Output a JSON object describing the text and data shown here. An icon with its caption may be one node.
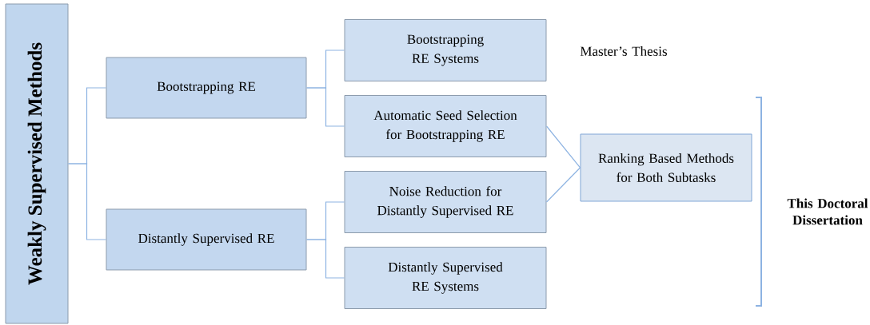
{
  "diagram": {
    "nodes": [
      {
        "text": [
          "Weakly Supervised Methods"
        ]
      },
      {
        "text": [
          "Bootstrapping RE"
        ]
      },
      {
        "text": [
          "Distantly Supervised RE"
        ]
      },
      {
        "text": [
          "Bootstrapping RE Systems"
        ]
      },
      {
        "text": [
          "Automatic Seed Selection for Bootstrapping RE"
        ]
      },
      {
        "text": [
          "Noise Reduction for Distantly Supervised RE"
        ]
      },
      {
        "text": [
          "Distantly Supervised RE Systems"
        ]
      },
      {
        "text": [
          "Ranking Based Methods for Both Subtasks"
        ]
      }
    ],
    "edges": [
      {
        "from": 0,
        "to": 1,
        "arrow": "none"
      },
      {
        "from": 0,
        "to": 2,
        "arrow": "none"
      },
      {
        "from": 1,
        "to": 3,
        "arrow": "none"
      },
      {
        "from": 1,
        "to": 4,
        "arrow": "none"
      },
      {
        "from": 2,
        "to": 5,
        "arrow": "none"
      },
      {
        "from": 2,
        "to": 6,
        "arrow": "none"
      },
      {
        "from": 4,
        "to": 7,
        "arrow": "none"
      },
      {
        "from": 5,
        "to": 7,
        "arrow": "none"
      }
    ],
    "labels": [
      "Master’s Thesis",
      "This Doctoral Dissertation"
    ]
  }
}
